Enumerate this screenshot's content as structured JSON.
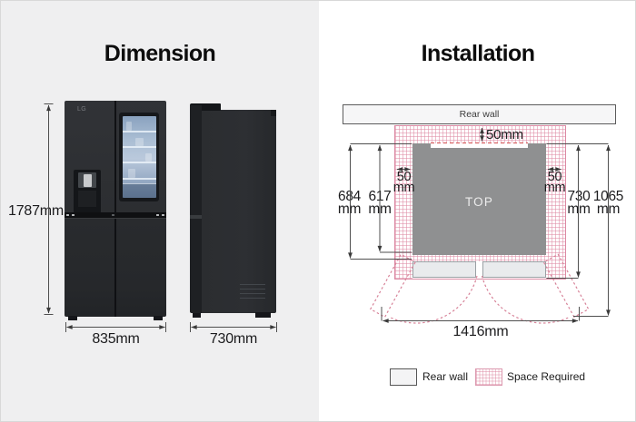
{
  "dimension": {
    "title": "Dimension",
    "brand_logo": "LG",
    "height": "1787mm",
    "width": "835mm",
    "depth": "730mm"
  },
  "installation": {
    "title": "Installation",
    "rear_wall_label": "Rear wall",
    "top_view_label": "TOP",
    "rear_clearance": "50mm",
    "side_clearance_left": {
      "value": "50",
      "unit": "mm"
    },
    "side_clearance_right": {
      "value": "50",
      "unit": "mm"
    },
    "measurements_left": [
      {
        "value": "684",
        "unit": "mm"
      },
      {
        "value": "617",
        "unit": "mm"
      }
    ],
    "measurements_right": [
      {
        "value": "730",
        "unit": "mm"
      },
      {
        "value": "1065",
        "unit": "mm"
      }
    ],
    "width_doors_open": "1416mm",
    "legend": [
      {
        "label": "Rear wall"
      },
      {
        "label": "Space Required"
      }
    ]
  },
  "colors": {
    "left_panel_bg": "#efeff0",
    "hatch_pink": "#dc8aa4",
    "dashed_red": "#d96565",
    "top_view_gray": "#8f9091",
    "fridge_dark": "#2b2d30",
    "dimension_line": "#4f4f4f"
  }
}
